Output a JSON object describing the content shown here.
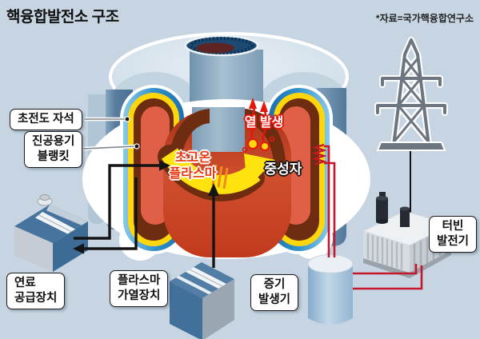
{
  "title": "핵융합발전소 구조",
  "source": "*자료=국가핵융합연구소",
  "reactor": {
    "magnet_label": [
      "초전도 자석"
    ],
    "vessel_label": [
      "진공용기",
      "블랭킷"
    ],
    "plasma_label": [
      "초고온",
      "플라스마"
    ],
    "heat_label": "열 발생",
    "neutron_label": "중성자"
  },
  "devices": {
    "fuel": [
      "연료",
      "공급장치"
    ],
    "heater": [
      "플라스마",
      "가열장치"
    ],
    "steam": [
      "증기",
      "발생기"
    ],
    "turbine": [
      "터빈",
      "발전기"
    ]
  },
  "icons": {
    "tower": "transmission-tower-icon",
    "coil": "heat-exchanger-coil-icon",
    "flow": "plasma-flow-arrow-icon"
  },
  "colors": {
    "background": "#c6d5e1",
    "plasma_red": "#cc4326",
    "ring_yellow": "#ffd60b",
    "ring_blue": "#2f93cf",
    "vessel_maroon": "#6e2d10",
    "pipe_red": "#c5162c",
    "heat_red": "#e8150c",
    "device_blue": "#3f6d98",
    "navy_top": "#1c4a72"
  }
}
